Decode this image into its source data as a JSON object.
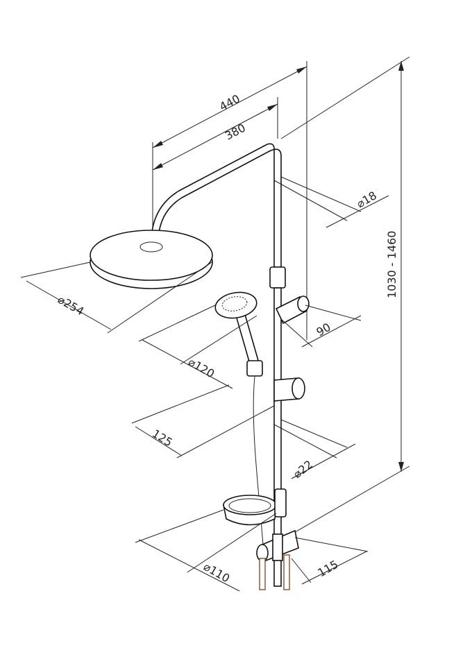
{
  "drawing": {
    "dimensions": {
      "arm_outer": "440",
      "arm_inner": "380",
      "pipe_upper_diameter": "⌀18",
      "head_diameter": "⌀254",
      "height_range": "1030 - 1460",
      "holder_offset": "90",
      "hand_shower_diameter": "⌀120",
      "slider_offset": "125",
      "pipe_lower_diameter": "⌀22",
      "soap_dish_diameter": "⌀110",
      "inlet_offset": "115"
    }
  }
}
